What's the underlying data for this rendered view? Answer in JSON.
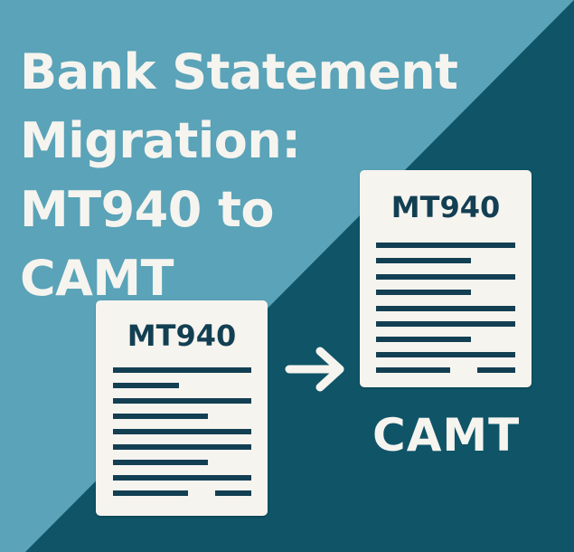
{
  "title": {
    "lines": [
      "Bank Statement",
      "Migration:",
      "MT940 to",
      "CAMT"
    ]
  },
  "source_document": {
    "label": "MT940",
    "lines": [
      "full",
      "short",
      "full",
      "medium",
      "full",
      "full",
      "medium",
      "full",
      "split"
    ]
  },
  "target_document": {
    "label": "MT940",
    "lines": [
      "full",
      "medium",
      "full",
      "medium",
      "full",
      "full",
      "medium",
      "full",
      "split"
    ]
  },
  "target_caption": "CAMT",
  "icons": {
    "arrow": "arrow-right-icon"
  },
  "colors": {
    "background_light": "#5aa3b8",
    "background_dark": "#0f5467",
    "paper": "#f6f4ef",
    "ink": "#133f53"
  }
}
